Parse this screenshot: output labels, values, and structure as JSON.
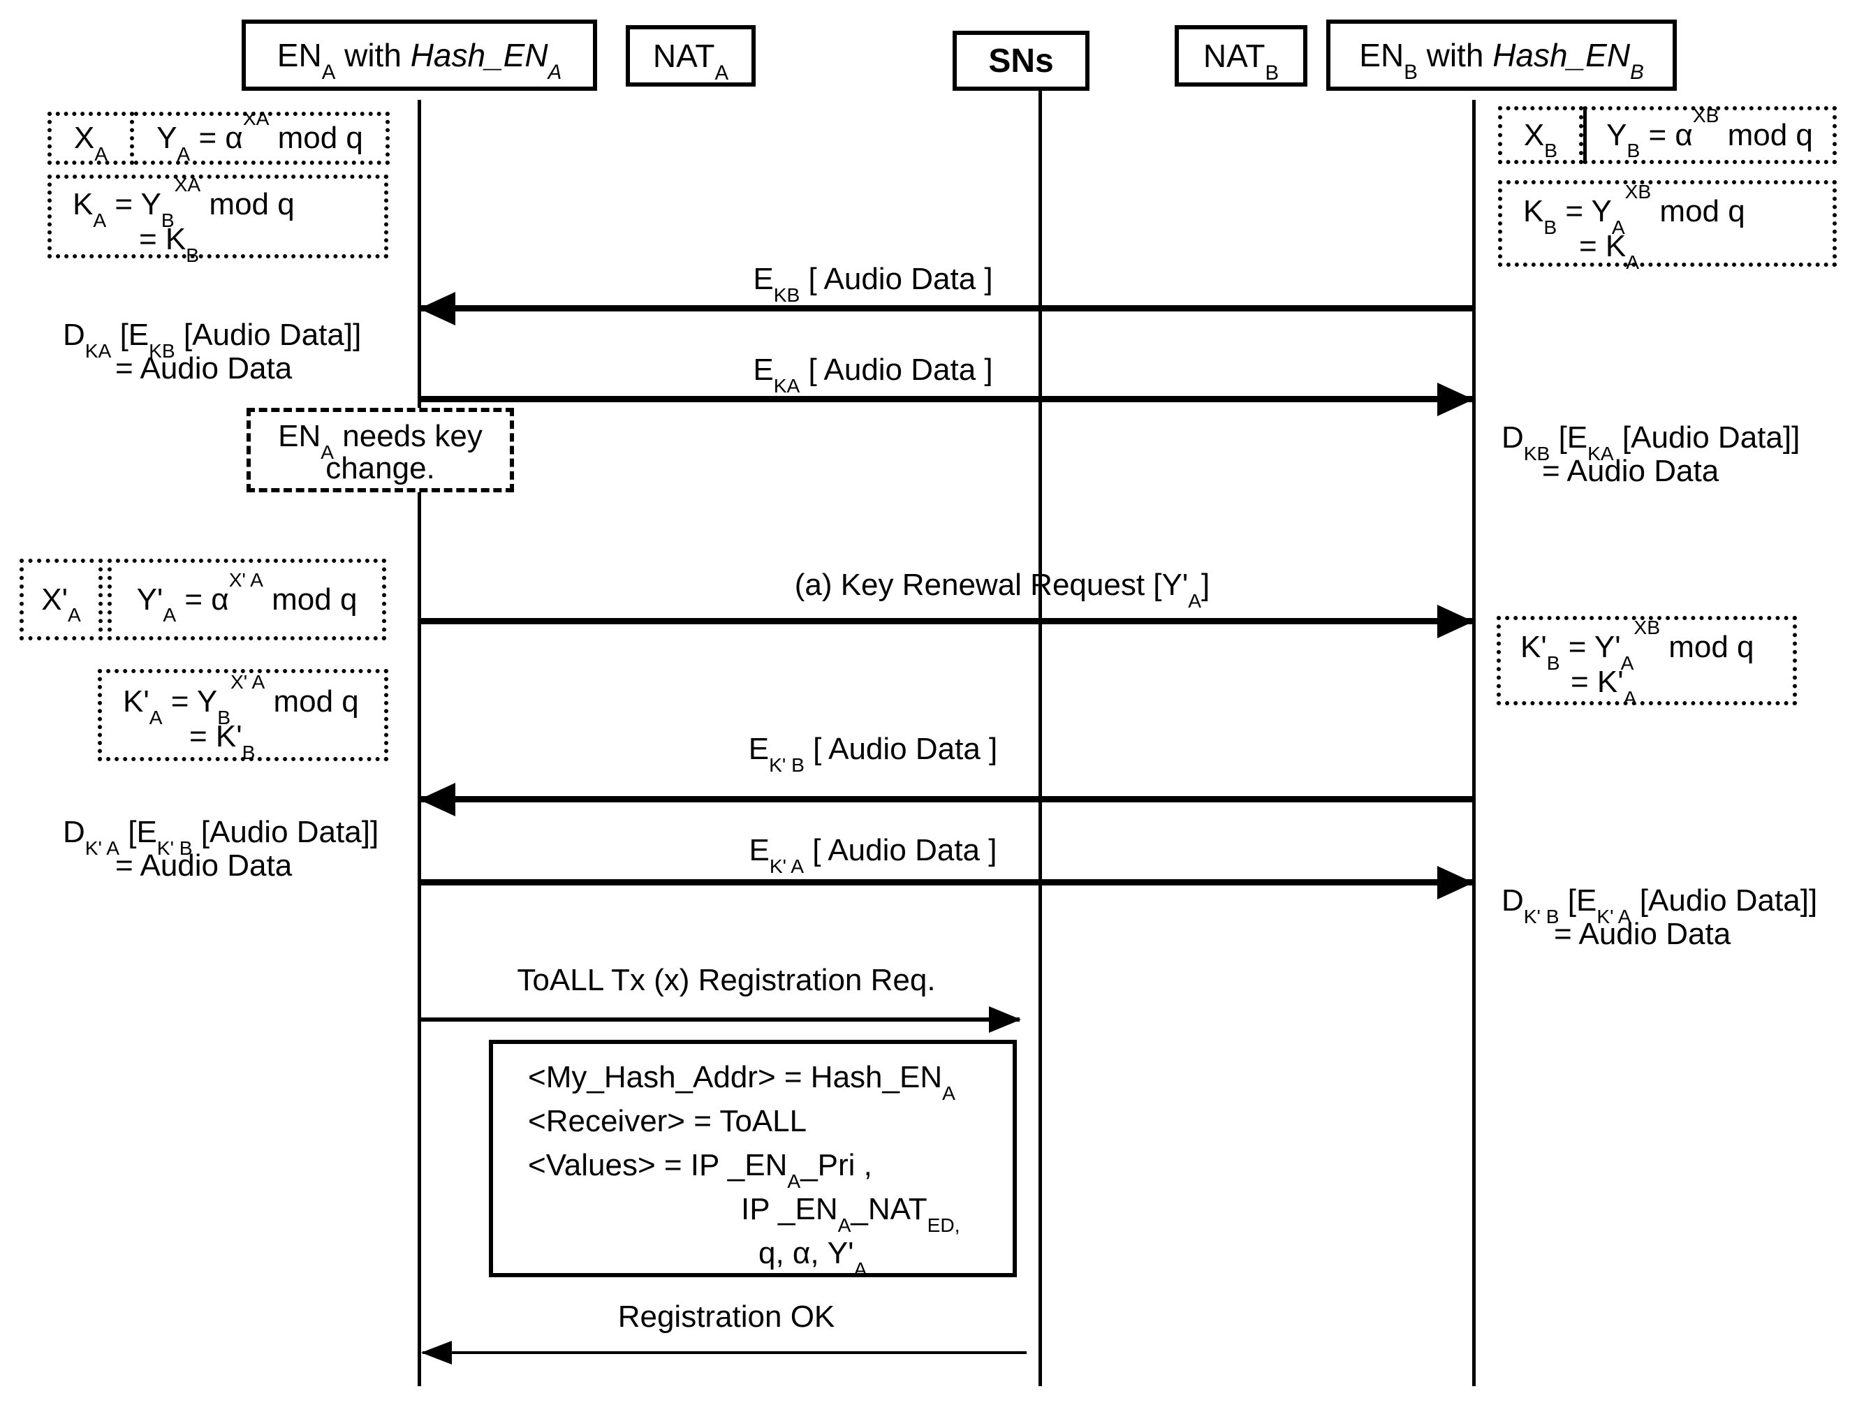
{
  "colors": {
    "ink": "#000000",
    "paper": "#ffffff"
  },
  "actors": {
    "en_a": "EN_{A} with *Hash_EN_{A}*",
    "nat_a": "NAT_{A}",
    "sns": "SNs",
    "nat_b": "NAT_{B}",
    "en_b": "EN_{B} with *Hash_EN_{B}*"
  },
  "side_a": {
    "x_initial": "X_{A}",
    "y_initial": "Y_{A} = α^{XA} mod q",
    "k_line1": "K_{A} = Y_{B}^{XA} mod q",
    "k_line2": "= K_{B}",
    "decrypt1_line1": "D_{KA} [E_{KB} [Audio Data]]",
    "decrypt1_line2": "= Audio Data",
    "x_new": "X'_{A}",
    "y_new": "Y'_{A} = α^{X' A} mod q",
    "k_new_line1": "K'_{A} = Y_{B}^{X' A} mod q",
    "k_new_line2": "= K'_{B}",
    "decrypt2_line1": "D_{K' A} [E_{K' B} [Audio Data]]",
    "decrypt2_line2": "= Audio Data"
  },
  "side_b": {
    "x_initial": "X_{B}",
    "y_initial": "Y_{B} = α^{XB} mod q",
    "k_line1": "K_{B} = Y_{A}^{XB} mod q",
    "k_line2": "= K_{A}",
    "decrypt1_line1": "D_{KB} [E_{KA} [Audio Data]]",
    "decrypt1_line2": "= Audio Data",
    "k_new_line1": "K'_{B} = Y'_{A}^{XB} mod q",
    "k_new_line2": "= K'_{A}",
    "decrypt2_line1": "D_{K' B} [E_{K' A} [Audio Data]]",
    "decrypt2_line2": "= Audio Data"
  },
  "note": {
    "line1": "EN_{A} needs key",
    "line2": "change."
  },
  "messages": {
    "audio_to_a": "E_{KB} [ Audio Data ]",
    "audio_to_b": "E_{KA} [ Audio Data ]",
    "key_renewal": "(a) Key Renewal Request [Y'_{A}]",
    "audio_new_to_a": "E_{K' B} [ Audio Data ]",
    "audio_new_to_b": "E_{K' A} [ Audio Data ]",
    "registration_req": "ToALL Tx (x) Registration Req.",
    "registration_ok": "Registration OK"
  },
  "registration": {
    "line1": "<My_Hash_Addr> = Hash_EN_{A}",
    "line2": "<Receiver> = ToALL",
    "line3": "<Values> =  IP _EN_{A}_Pri ,",
    "line4": "IP _EN_{A}_NAT_{ED,}",
    "line5": "q, α, Y'_{A}"
  }
}
